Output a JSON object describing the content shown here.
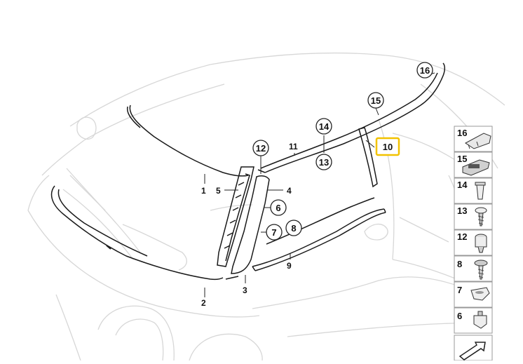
{
  "callouts": {
    "c16": "16",
    "c15": "15",
    "c14": "14",
    "c13": "13",
    "c12": "12",
    "c11": "11",
    "c10": "10",
    "c1": "1",
    "c5": "5",
    "c4": "4",
    "c6": "6",
    "c7": "7",
    "c8": "8",
    "c9": "9",
    "c2": "2",
    "c3": "3"
  },
  "sidebar": {
    "items": [
      {
        "label": "16",
        "icon": "trim-clip-16-icon"
      },
      {
        "label": "15",
        "icon": "trim-clip-15-icon"
      },
      {
        "label": "14",
        "icon": "push-rivet-14-icon"
      },
      {
        "label": "13",
        "icon": "screw-13-icon"
      },
      {
        "label": "12",
        "icon": "expanding-nut-12-icon"
      },
      {
        "label": "8",
        "icon": "screw-8-icon"
      },
      {
        "label": "7",
        "icon": "grommet-7-icon"
      },
      {
        "label": "6",
        "icon": "clip-nut-6-icon"
      }
    ]
  },
  "colors": {
    "highlight": "#f2c200",
    "line": "#1a1a1a",
    "ghost": "#d7d7d7"
  }
}
